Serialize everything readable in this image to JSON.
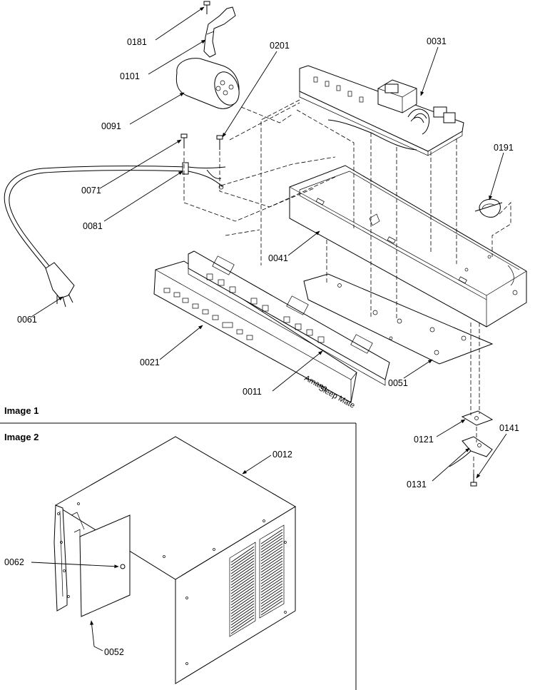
{
  "sections": [
    {
      "label": "Image 1"
    },
    {
      "label": "Image 2"
    }
  ],
  "brand_text": "Amana",
  "brand_subtext": "Sleep Mate",
  "parts_image1": [
    {
      "id": "0181"
    },
    {
      "id": "0101"
    },
    {
      "id": "0091"
    },
    {
      "id": "0201"
    },
    {
      "id": "0031"
    },
    {
      "id": "0071"
    },
    {
      "id": "0081"
    },
    {
      "id": "0191"
    },
    {
      "id": "0041"
    },
    {
      "id": "0061"
    },
    {
      "id": "0021"
    },
    {
      "id": "0011"
    },
    {
      "id": "0051"
    },
    {
      "id": "0121"
    },
    {
      "id": "0141"
    },
    {
      "id": "0131"
    }
  ],
  "parts_image2": [
    {
      "id": "0012"
    },
    {
      "id": "0062"
    },
    {
      "id": "0052"
    }
  ]
}
